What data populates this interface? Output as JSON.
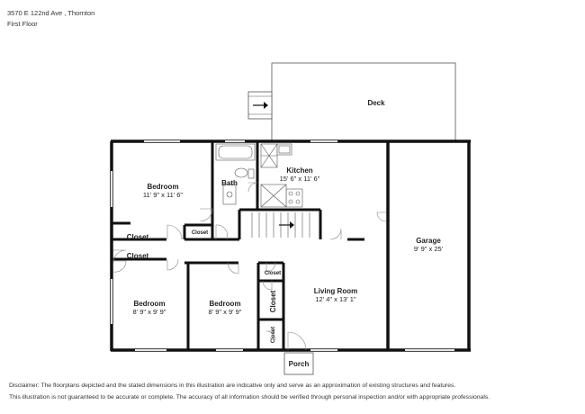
{
  "header": {
    "address": "3570 E 122nd Ave , Thornton",
    "floor": "First Floor"
  },
  "rooms": [
    {
      "name": "Deck",
      "dimensions": ""
    },
    {
      "name": "Bedroom",
      "dimensions": "11' 9\" x 11' 6\""
    },
    {
      "name": "Bath",
      "dimensions": ""
    },
    {
      "name": "Kitchen",
      "dimensions": "15' 6\" x 11' 6\""
    },
    {
      "name": "Garage",
      "dimensions": "9' 9\" x 25'"
    },
    {
      "name": "Closet",
      "dimensions": ""
    },
    {
      "name": "Closet",
      "dimensions": ""
    },
    {
      "name": "Closet",
      "dimensions": ""
    },
    {
      "name": "Bedroom",
      "dimensions": "8' 9\" x 9' 9\""
    },
    {
      "name": "Bedroom",
      "dimensions": "8' 9\" x 9' 9\""
    },
    {
      "name": "Closet",
      "dimensions": ""
    },
    {
      "name": "Closet",
      "dimensions": ""
    },
    {
      "name": "Living Room",
      "dimensions": "12' 4\" x 13' 1\""
    },
    {
      "name": "Closet",
      "dimensions": ""
    },
    {
      "name": "Porch",
      "dimensions": ""
    }
  ],
  "disclaimer": {
    "line1": "Disclaimer: The floorplans depicted and the stated dimensions in this illustration are indicative only and serve as an approximation of existing structures and features.",
    "line2": "This illustration is not guaranteed to be accurate or complete. The accuracy of all information should be verified through personal inspection and/or with appropriate professionals."
  },
  "colors": {
    "wall": "#111111",
    "outline": "#555555",
    "window": "#bbbbbb",
    "text": "#222222"
  }
}
